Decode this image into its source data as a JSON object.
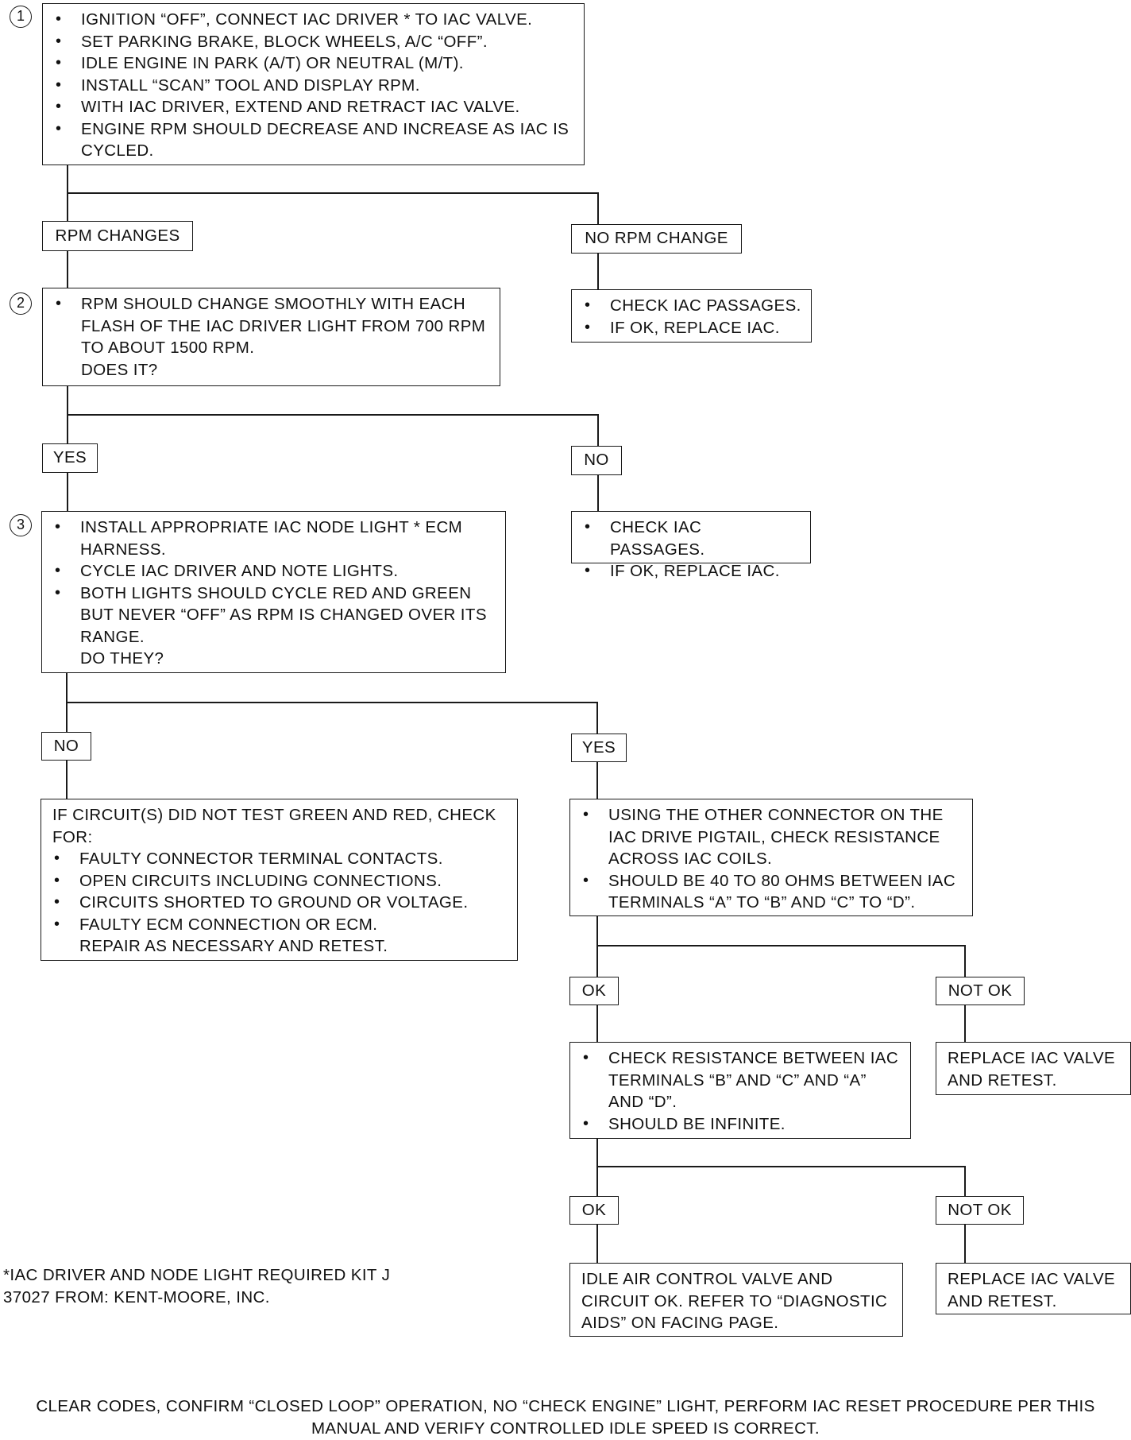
{
  "steps": {
    "s1": "1",
    "s2": "2",
    "s3": "3"
  },
  "box1": {
    "items": [
      "IGNITION “OFF”, CONNECT IAC DRIVER * TO IAC VALVE.",
      "SET PARKING BRAKE, BLOCK WHEELS, A/C “OFF”.",
      "IDLE ENGINE IN PARK (A/T) OR NEUTRAL (M/T).",
      "INSTALL “SCAN” TOOL AND DISPLAY RPM.",
      "WITH IAC DRIVER, EXTEND AND RETRACT IAC VALVE.",
      "ENGINE RPM SHOULD DECREASE AND INCREASE AS IAC IS CYCLED."
    ]
  },
  "branch1": {
    "left": "RPM CHANGES",
    "right": "NO RPM CHANGE"
  },
  "box2": {
    "item": "RPM SHOULD CHANGE SMOOTHLY WITH EACH FLASH OF THE IAC DRIVER LIGHT FROM 700 RPM TO ABOUT 1500 RPM.",
    "question": "DOES IT?"
  },
  "check1": {
    "items": [
      "CHECK IAC PASSAGES.",
      "IF OK, REPLACE IAC."
    ]
  },
  "branch2": {
    "left": "YES",
    "right": "NO"
  },
  "box3": {
    "items": [
      "INSTALL APPROPRIATE IAC NODE LIGHT * ECM HARNESS.",
      "CYCLE IAC DRIVER AND NOTE LIGHTS.",
      "BOTH LIGHTS SHOULD CYCLE RED AND GREEN BUT NEVER “OFF” AS RPM IS CHANGED OVER ITS RANGE."
    ],
    "question": "DO THEY?"
  },
  "check2": {
    "items": [
      "CHECK IAC PASSAGES.",
      "IF OK, REPLACE IAC."
    ]
  },
  "branch3": {
    "left": "NO",
    "right": "YES"
  },
  "box4": {
    "intro": "IF CIRCUIT(S) DID NOT TEST GREEN AND RED, CHECK FOR:",
    "items": [
      "FAULTY CONNECTOR TERMINAL CONTACTS.",
      "OPEN CIRCUITS INCLUDING CONNECTIONS.",
      "CIRCUITS SHORTED TO GROUND OR VOLTAGE.",
      "FAULTY ECM CONNECTION OR ECM."
    ],
    "tail": "REPAIR AS NECESSARY AND RETEST."
  },
  "box5": {
    "items": [
      "USING THE OTHER CONNECTOR ON THE IAC DRIVE PIGTAIL, CHECK RESISTANCE ACROSS IAC COILS.",
      "SHOULD BE 40 TO 80 OHMS BETWEEN IAC TERMINALS “A” TO “B” AND “C” TO “D”."
    ]
  },
  "branch4": {
    "left": "OK",
    "right": "NOT OK"
  },
  "box6": {
    "items": [
      "CHECK RESISTANCE BETWEEN IAC TERMINALS “B” AND “C” AND “A” AND “D”.",
      "SHOULD BE INFINITE."
    ]
  },
  "replace1": {
    "text": "REPLACE IAC VALVE AND RETEST."
  },
  "branch5": {
    "left": "OK",
    "right": "NOT OK"
  },
  "box7": {
    "text": "IDLE AIR CONTROL VALVE AND CIRCUIT OK. REFER TO “DIAGNOSTIC AIDS” ON FACING PAGE."
  },
  "replace2": {
    "text": "REPLACE IAC VALVE AND RETEST."
  },
  "footnote": {
    "text": "*IAC DRIVER AND NODE LIGHT REQUIRED KIT J 37027 FROM: KENT-MOORE, INC."
  },
  "footer": {
    "text": "CLEAR CODES, CONFIRM “CLOSED LOOP” OPERATION, NO “CHECK ENGINE” LIGHT, PERFORM IAC RESET PROCEDURE PER THIS MANUAL AND VERIFY CONTROLLED IDLE SPEED IS CORRECT."
  }
}
